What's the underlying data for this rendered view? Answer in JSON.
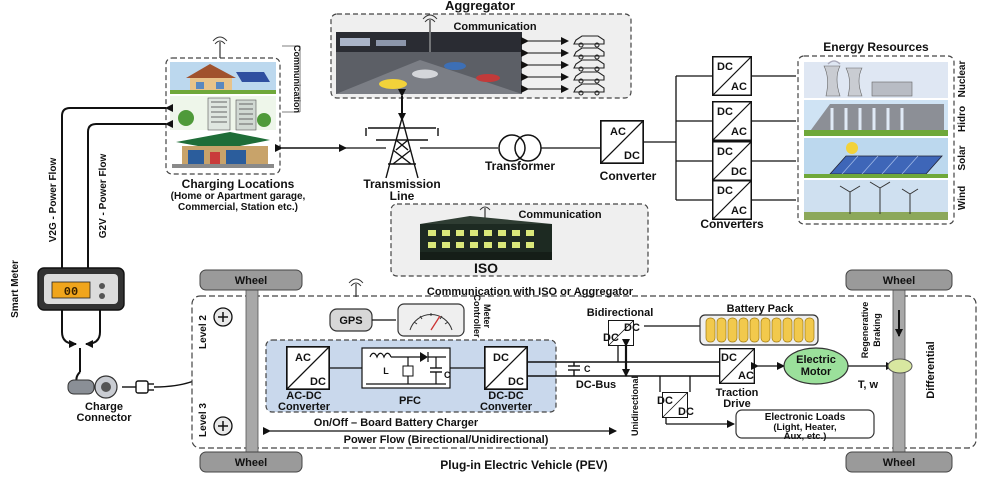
{
  "title": {
    "pev": "Plug-in Electric Vehicle (PEV)",
    "comm_iso_agg": "Communication with ISO or Aggregator"
  },
  "aggregator": {
    "label": "Aggregator",
    "comm": "Communication"
  },
  "iso": {
    "label": "ISO",
    "comm": "Communication"
  },
  "charging": {
    "title": "Charging Locations",
    "subtitle1": "(Home or Apartment garage,",
    "subtitle2": "Commercial, Station etc.)",
    "comm": "Communication"
  },
  "grid": {
    "transmission1": "Transmission",
    "transmission2": "Line",
    "transformer": "Transformer",
    "converter": "Converter",
    "converters": "Converters"
  },
  "energy": {
    "title": "Energy Resources",
    "nuclear": "Nuclear",
    "hidro": "Hidro",
    "solar": "Solar",
    "wind": "Wind"
  },
  "converter_labels": {
    "ac": "AC",
    "dc": "DC"
  },
  "meter": {
    "label": "Smart Meter",
    "display": "00",
    "v2g": "V2G - Power Flow",
    "g2v": "G2V - Power Flow",
    "charge1": "Charge",
    "charge2": "Connector"
  },
  "vehicle": {
    "wheel": "Wheel",
    "level2": "Level 2",
    "level3": "Level 3",
    "gps": "GPS",
    "controller1": "Controller",
    "controller2": "Meter",
    "acdc1": "AC-DC",
    "acdc2": "Converter",
    "pfc": "PFC",
    "dcdc1": "DC-DC",
    "dcdc2": "Converter",
    "onboard": "On/Off – Board Battery Charger",
    "powerflow": "Power Flow (Birectional/Unidirectional)",
    "bidirectional": "Bidirectional",
    "unidirectional": "Unidirectional",
    "battery": "Battery Pack",
    "dcbus": "DC-Bus",
    "traction1": "Traction",
    "traction2": "Drive",
    "motor1": "Electric",
    "motor2": "Motor",
    "regen1": "Regenerative",
    "regen2": "Braking",
    "tw": "T, w",
    "differential": "Differential",
    "loads1": "Electronic Loads",
    "loads2": "(Light, Heater,",
    "loads3": "Aux, etc.)",
    "cap": "C",
    "inductor": "L"
  },
  "colors": {
    "sky": "#bcd8ee",
    "charger_fill": "#c9d8ec",
    "battery_cell": "#f2c94c",
    "motor": "#9be09b",
    "solar": "#3e66b8",
    "grass": "#6fa83a",
    "panel_bg": "#eeeeee"
  }
}
